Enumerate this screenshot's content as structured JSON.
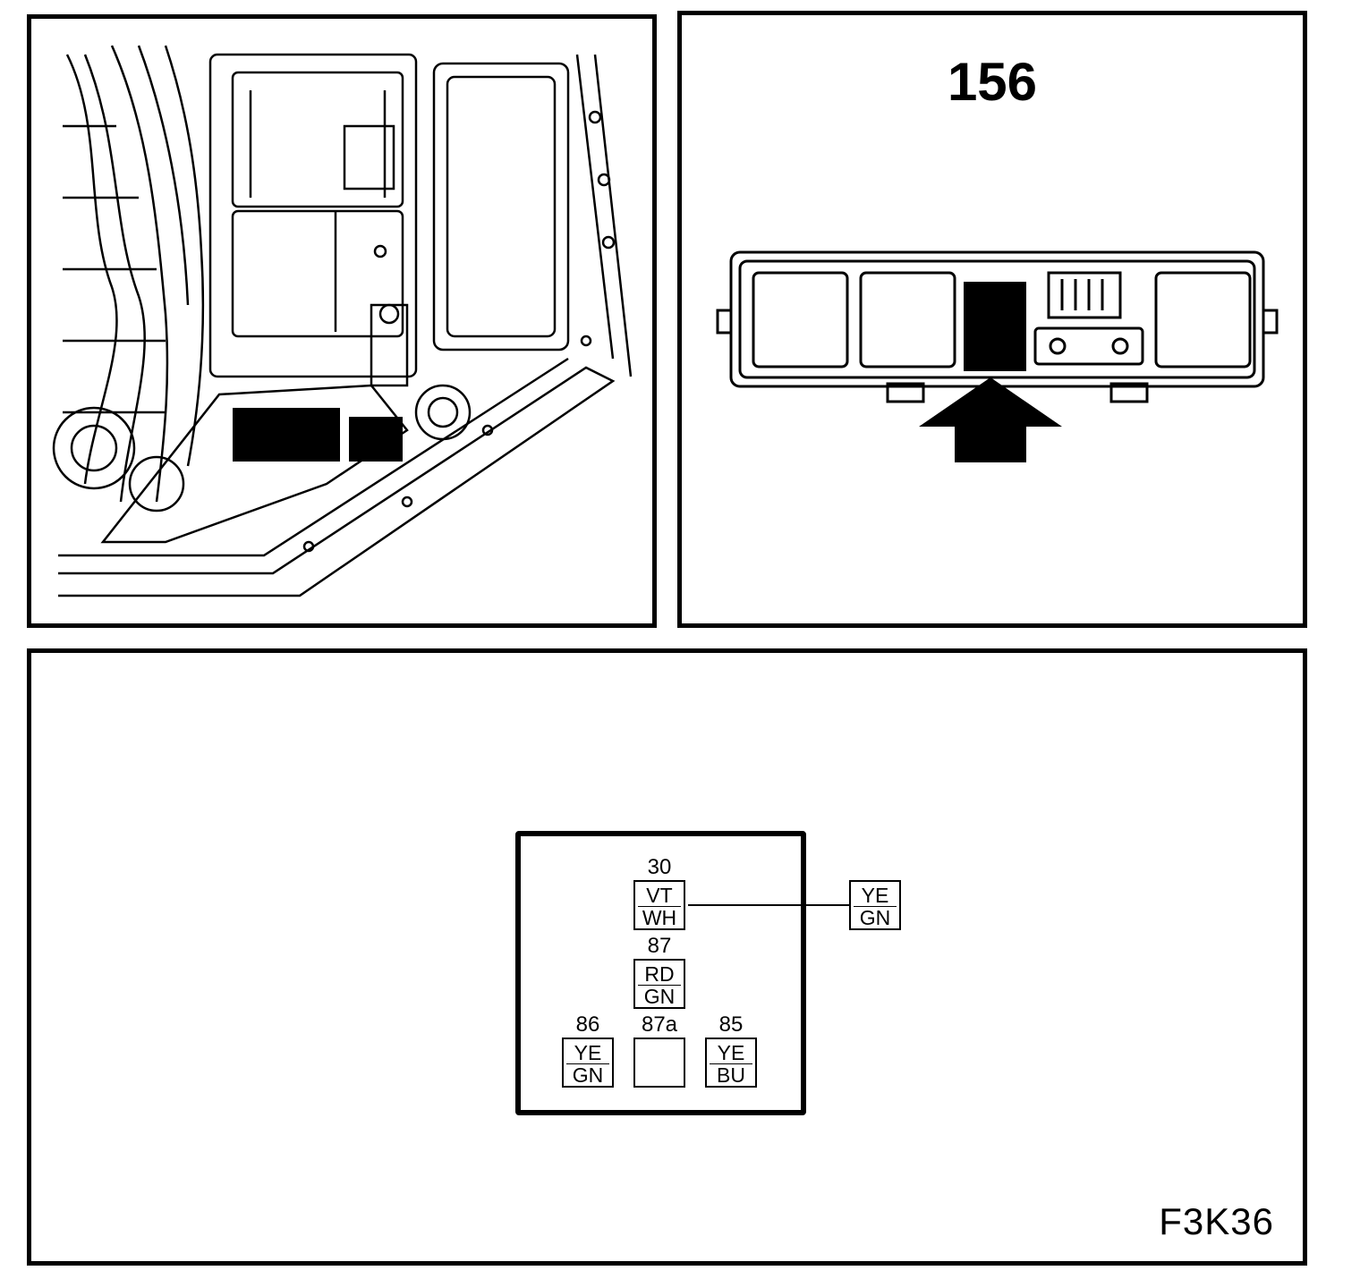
{
  "figure": {
    "code": "F3K36"
  },
  "locator": {
    "component_number": "156"
  },
  "relay": {
    "pins": [
      {
        "id": "30",
        "colors": [
          "VT",
          "WH"
        ]
      },
      {
        "id": "87",
        "colors": [
          "RD",
          "GN"
        ]
      },
      {
        "id": "86",
        "colors": [
          "YE",
          "GN"
        ]
      },
      {
        "id": "87a",
        "colors": []
      },
      {
        "id": "85",
        "colors": [
          "YE",
          "BU"
        ]
      }
    ],
    "external": {
      "colors": [
        "YE",
        "GN"
      ]
    }
  }
}
